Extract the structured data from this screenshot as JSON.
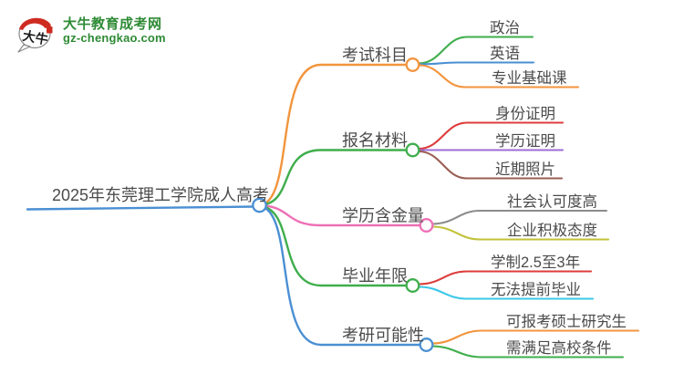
{
  "logo": {
    "icon_text": "大牛",
    "title": "大牛教育成考网",
    "subtitle": "gz-chengkao.com",
    "brand_green": "#2e8b35",
    "seal_red": "#ce2b20"
  },
  "root": {
    "label": "2025年东莞理工学院成人高考",
    "color": "#4a8fd3"
  },
  "branches": [
    {
      "label": "考试科目",
      "color": "#f2953d",
      "children": [
        {
          "label": "政治",
          "color": "#3fae4c"
        },
        {
          "label": "英语",
          "color": "#4a8fd3"
        },
        {
          "label": "专业基础课",
          "color": "#f2953d"
        }
      ]
    },
    {
      "label": "报名材料",
      "color": "#3fae4c",
      "children": [
        {
          "label": "身份证明",
          "color": "#dd3c3c"
        },
        {
          "label": "学历证明",
          "color": "#9d6ed4"
        },
        {
          "label": "近期照片",
          "color": "#9a5e55"
        }
      ]
    },
    {
      "label": "学历含金量",
      "color": "#ee6fb5",
      "children": [
        {
          "label": "社会认可度高",
          "color": "#8c8c8c"
        },
        {
          "label": "企业积极态度",
          "color": "#c2c23a"
        }
      ]
    },
    {
      "label": "毕业年限",
      "color": "#3fae4c",
      "children": [
        {
          "label": "学制2.5至3年",
          "color": "#dd3c3c"
        },
        {
          "label": "无法提前毕业",
          "color": "#3cc8e8"
        }
      ]
    },
    {
      "label": "考研可能性",
      "color": "#4a8fd3",
      "children": [
        {
          "label": "可报考硕士研究生",
          "color": "#f2953d"
        },
        {
          "label": "需满足高校条件",
          "color": "#3fae4c"
        }
      ]
    }
  ]
}
